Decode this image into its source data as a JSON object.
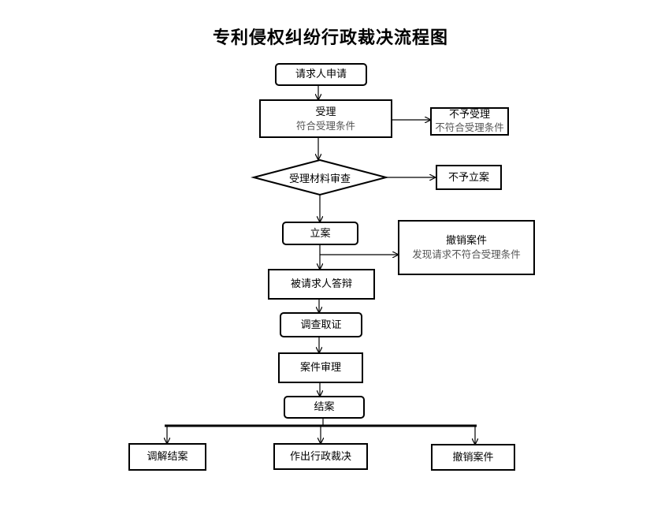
{
  "title": "专利侵权纠纷行政裁决流程图",
  "nodes": {
    "request": {
      "label": "请求人申请"
    },
    "accept": {
      "label": "受理",
      "sub": "符合受理条件"
    },
    "reject_accept": {
      "label": "不予受理",
      "sub": "不符合受理条件"
    },
    "review": {
      "label": "受理材料审查"
    },
    "no_case": {
      "label": "不予立案"
    },
    "file_case": {
      "label": "立案"
    },
    "withdraw_1": {
      "label": "撤销案件",
      "sub": "发现请求不符合受理条件"
    },
    "reply": {
      "label": "被请求人答辩"
    },
    "investigate": {
      "label": "调查取证"
    },
    "trial": {
      "label": "案件审理"
    },
    "close": {
      "label": "结案"
    },
    "mediation": {
      "label": "调解结案"
    },
    "ruling": {
      "label": "作出行政裁决"
    },
    "withdraw_2": {
      "label": "撤销案件"
    }
  }
}
